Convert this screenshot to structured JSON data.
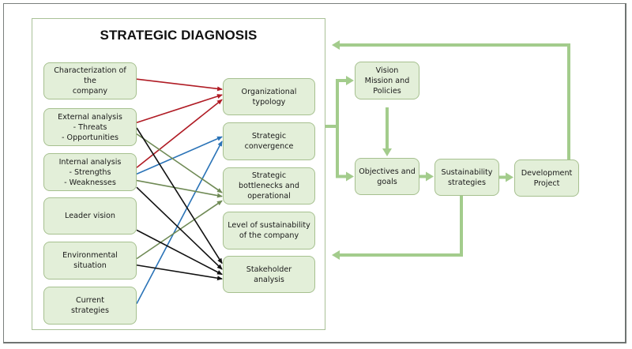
{
  "title": "STRATEGIC DIAGNOSIS",
  "colors": {
    "node_fill": "#e3efd9",
    "node_border": "#a6c08f",
    "flow_green": "#a3cc8c",
    "arrow_red": "#b01c25",
    "arrow_blue": "#2a73b7",
    "arrow_olive": "#6f8a55",
    "arrow_black": "#111111"
  },
  "inputs": [
    {
      "id": "characterization",
      "label": "Characterization of the\ncompany"
    },
    {
      "id": "external",
      "label": "External analysis\n- Threats\n- Opportunities"
    },
    {
      "id": "internal",
      "label": "Internal analysis\n- Strengths\n- Weaknesses"
    },
    {
      "id": "leader",
      "label": "Leader vision"
    },
    {
      "id": "environmental",
      "label": "Environmental\nsituation"
    },
    {
      "id": "current",
      "label": "Current\nstrategies"
    }
  ],
  "outputs": [
    {
      "id": "typology",
      "label": "Organizational\ntypology"
    },
    {
      "id": "convergence",
      "label": "Strategic\nconvergence"
    },
    {
      "id": "bottlenecks",
      "label": "Strategic\nbottlenecks and\noperational"
    },
    {
      "id": "sustain_level",
      "label": "Level of sustainability\nof the company"
    },
    {
      "id": "stakeholder",
      "label": "Stakeholder\nanalysis"
    }
  ],
  "flow": [
    {
      "id": "vision",
      "label": "Vision\nMission and\nPolicies"
    },
    {
      "id": "objectives",
      "label": "Objectives and\ngoals"
    },
    {
      "id": "sust_strategies",
      "label": "Sustainability\nstrategies"
    },
    {
      "id": "dev_project",
      "label": "Development\nProject"
    }
  ],
  "links": [
    {
      "from": "characterization",
      "to": "typology",
      "color": "red"
    },
    {
      "from": "external",
      "to": "typology",
      "color": "red"
    },
    {
      "from": "internal",
      "to": "typology",
      "color": "red"
    },
    {
      "from": "internal",
      "to": "convergence",
      "color": "blue"
    },
    {
      "from": "current",
      "to": "convergence",
      "color": "blue"
    },
    {
      "from": "external",
      "to": "bottlenecks",
      "color": "olive"
    },
    {
      "from": "internal",
      "to": "bottlenecks",
      "color": "olive"
    },
    {
      "from": "environmental",
      "to": "bottlenecks",
      "color": "olive"
    },
    {
      "from": "external",
      "to": "stakeholder",
      "color": "black"
    },
    {
      "from": "internal",
      "to": "stakeholder",
      "color": "black"
    },
    {
      "from": "leader",
      "to": "stakeholder",
      "color": "black"
    },
    {
      "from": "environmental",
      "to": "stakeholder",
      "color": "black"
    }
  ],
  "flow_links": [
    {
      "from": "diagnosis",
      "to": "vision"
    },
    {
      "from": "diagnosis",
      "to": "objectives"
    },
    {
      "from": "vision",
      "to": "objectives"
    },
    {
      "from": "objectives",
      "to": "sust_strategies"
    },
    {
      "from": "sust_strategies",
      "to": "dev_project"
    },
    {
      "from": "dev_project",
      "to": "diagnosis",
      "kind": "feedback"
    },
    {
      "from": "sust_strategies",
      "to": "diagnosis",
      "kind": "feedback"
    }
  ]
}
